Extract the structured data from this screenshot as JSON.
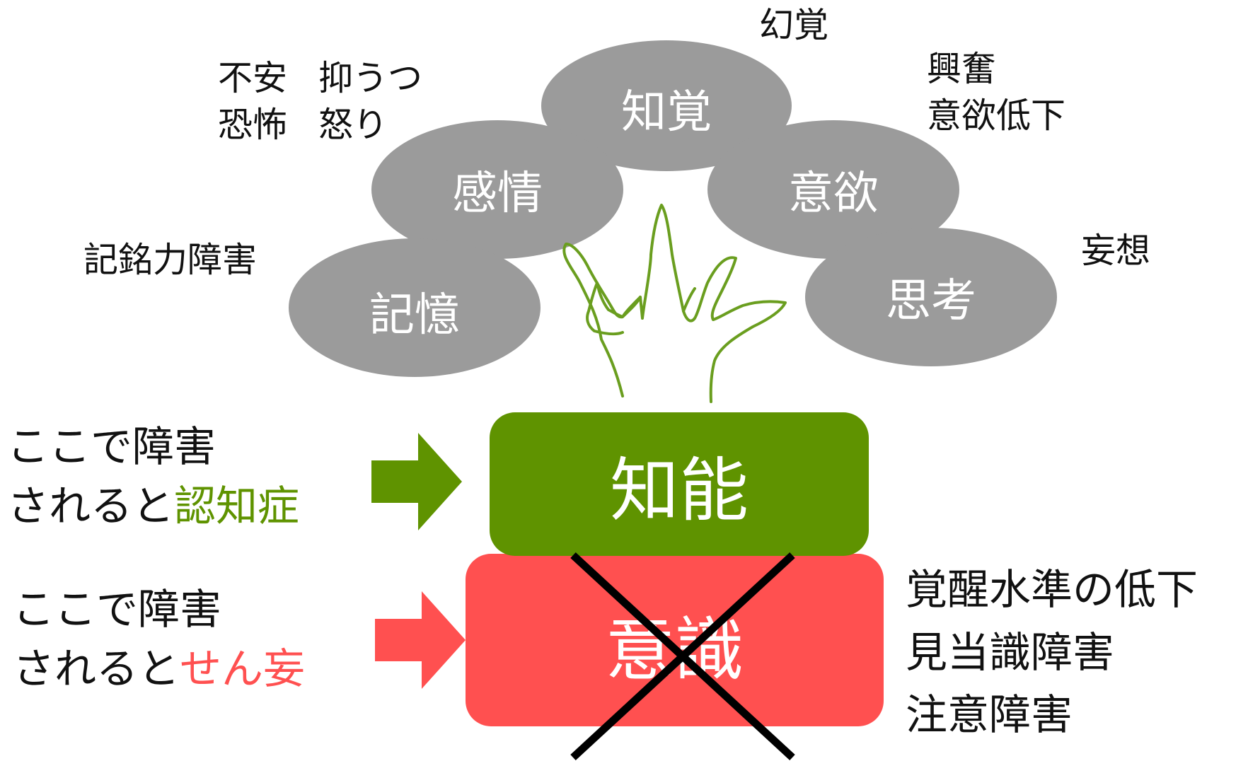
{
  "colors": {
    "bubble": "#9b9b9b",
    "green": "#5f9300",
    "red": "#ff5050",
    "sprout": "#6a9e1f",
    "cross": "#000000"
  },
  "bubbles": {
    "chikaku": "知覚",
    "kanjo": "感情",
    "iyoku": "意欲",
    "kioku": "記憶",
    "shiko": "思考"
  },
  "symptoms": {
    "genkaku": "幻覚",
    "emotion_row1": [
      "不安",
      "抑うつ"
    ],
    "emotion_row2": [
      "恐怖",
      "怒り"
    ],
    "volition": [
      "興奮",
      "意欲低下"
    ],
    "memory": "記銘力障害",
    "thought": "妄想"
  },
  "blocks": {
    "intelligence": "知能",
    "consciousness": "意識"
  },
  "left_notes": {
    "green": {
      "line1": "ここで障害",
      "line2_prefix": "されると",
      "line2_highlight": "認知症"
    },
    "red": {
      "line1": "ここで障害",
      "line2_prefix": "されると",
      "line2_highlight": "せん妄"
    }
  },
  "consciousness_symptoms": [
    "覚醒水準の低下",
    "見当識障害",
    "注意障害"
  ],
  "icons": {
    "arrow_green": "right-arrow-icon",
    "arrow_red": "right-arrow-icon",
    "cross": "cross-icon",
    "sprout": "sprout-icon"
  }
}
